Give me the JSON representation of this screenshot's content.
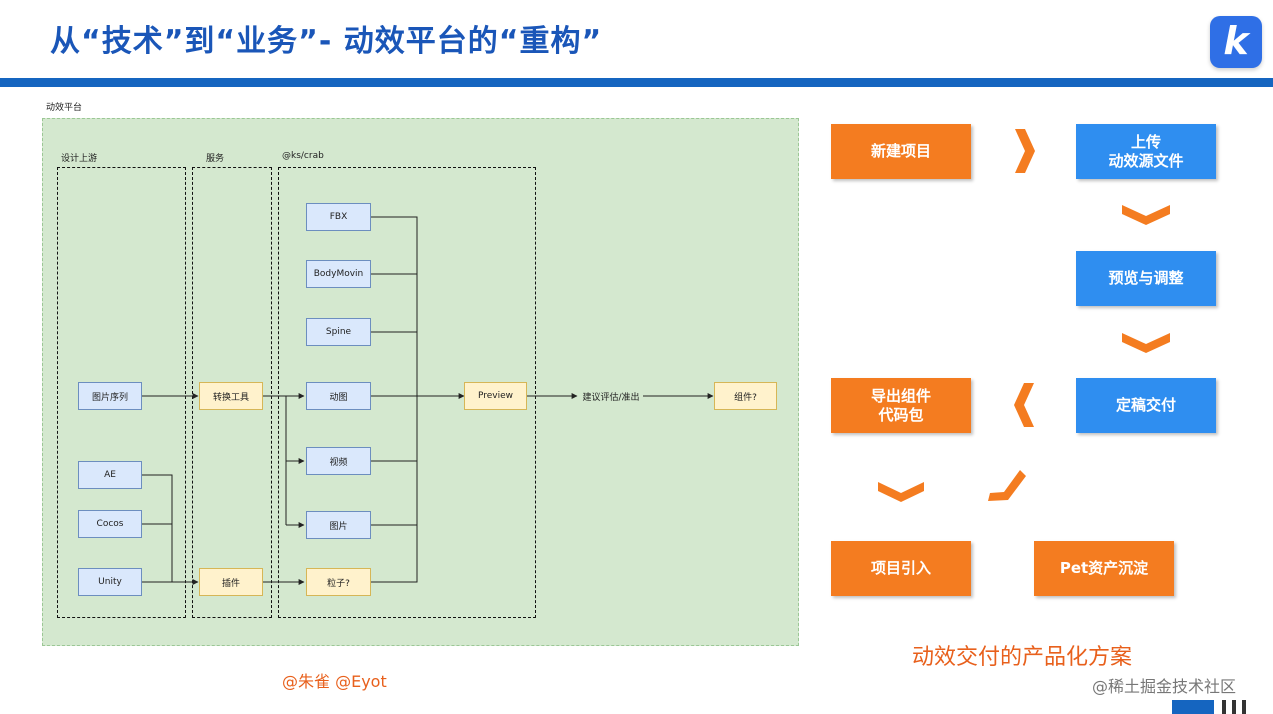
{
  "slide": {
    "title": "从“技术”到“业务”- 动效平台的“重构”",
    "logo_letter": "k",
    "brand_color": "#1565c0",
    "accent_color": "#f47c20"
  },
  "diagram": {
    "platform_label": "动效平台",
    "groups": {
      "design": "设计上游",
      "service": "服务",
      "crab": "@ks/crab"
    },
    "nodes": {
      "image_sequence": "图片序列",
      "ae": "AE",
      "cocos": "Cocos",
      "unity": "Unity",
      "convert_tool": "转换工具",
      "plugin": "插件",
      "fbx": "FBX",
      "bodymovin": "BodyMovin",
      "spine": "Spine",
      "animated_image": "动图",
      "video": "视频",
      "picture": "图片",
      "particle": "粒子?",
      "preview": "Preview",
      "evaluate": "建议评估/准出",
      "component": "组件?"
    }
  },
  "flow": {
    "new_project": "新建项目",
    "upload": "上传\n动效源文件",
    "preview_adjust": "预览与调整",
    "finalize": "定稿交付",
    "export": "导出组件\n代码包",
    "import": "项目引入",
    "pet_assets": "Pet资产沉淀",
    "caption": "动效交付的产品化方案"
  },
  "footer": {
    "authors": "@朱雀 @Eyot",
    "watermark": "@稀土掘金技术社区"
  }
}
